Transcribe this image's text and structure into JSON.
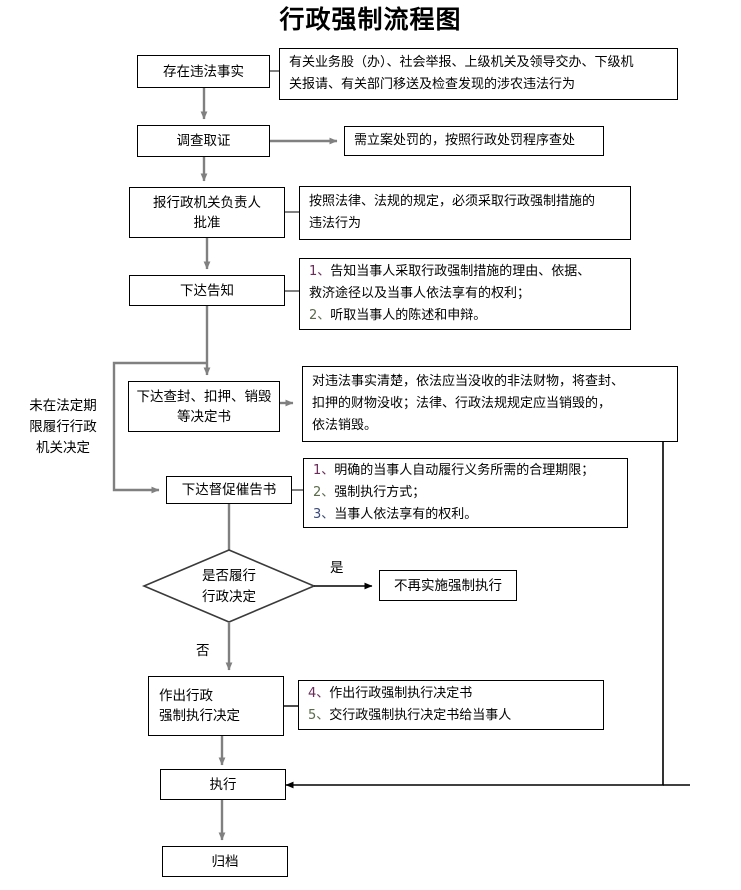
{
  "title": "行政强制流程图",
  "nodes": {
    "fact": "存在违法事实",
    "investigate": "调查取证",
    "approval_l1": "报行政机关负责人",
    "approval_l2": "批准",
    "notice": "下达告知",
    "seizure_l1": "下达查封、扣押、销毁",
    "seizure_l2": "等决定书",
    "urge": "下达督促催告书",
    "decision_l1": "是否履行",
    "decision_l2": "行政决定",
    "no_enforce": "不再实施强制执行",
    "make_decision_l1": "作出行政",
    "make_decision_l2": "强制执行决定",
    "execute": "执行",
    "archive": "归档"
  },
  "details": {
    "fact_source": [
      "有关业务股（办）、社会举报、上级机关及领导交办、下级机",
      "关报请、有关部门移送及检查发现的涉农违法行为"
    ],
    "punishment": [
      "需立案处罚的，按照行政处罚程序查处"
    ],
    "approval_basis": [
      "按照法律、法规的规定，必须采取行政强制措施的",
      "违法行为"
    ],
    "notice_items": [
      {
        "num": "1、",
        "text": "告知当事人采取行政强制措施的理由、依据、"
      },
      {
        "num": "",
        "text": "救济途径以及当事人依法享有的权利；"
      },
      {
        "num": "2、",
        "text": "听取当事人的陈述和申辩。"
      }
    ],
    "seizure_items": [
      "对违法事实清楚，依法应当没收的非法财物，将查封、",
      "扣押的财物没收；法律、行政法规规定应当销毁的，",
      "依法销毁。"
    ],
    "urge_items": [
      {
        "num": "1、",
        "text": "明确的当事人自动履行义务所需的合理期限；"
      },
      {
        "num": "2、",
        "text": "强制执行方式；"
      },
      {
        "num": "3、",
        "text": "当事人依法享有的权利。"
      }
    ],
    "enforce_items": [
      {
        "num": "4、",
        "text": "作出行政强制执行决定书"
      },
      {
        "num": "5、",
        "text": "交行政强制执行决定书给当事人"
      }
    ]
  },
  "annotations": {
    "side_note_l1": "未在法定期",
    "side_note_l2": "限履行行政",
    "side_note_l3": "机关决定",
    "yes_label": "是",
    "no_label": "否"
  },
  "colors": {
    "stroke": "#000000",
    "connector_gray": "#808080",
    "background": "#ffffff"
  }
}
